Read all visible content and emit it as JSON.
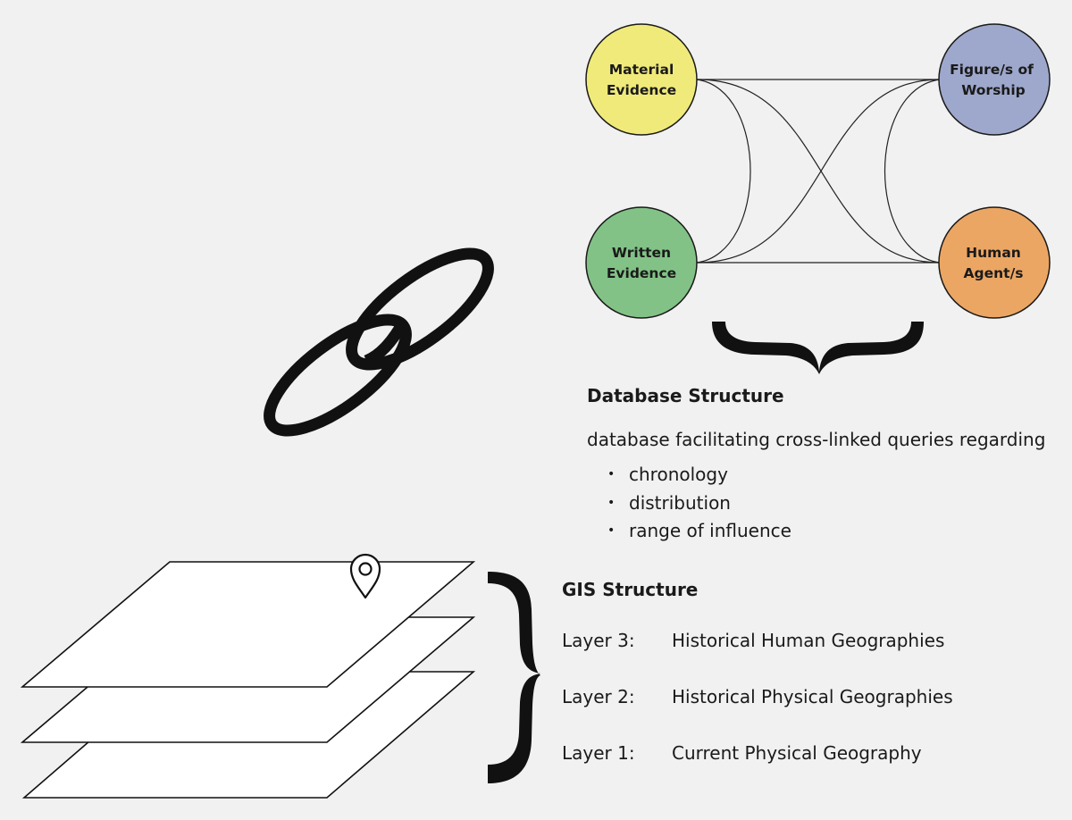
{
  "nodes": {
    "material": {
      "line1": "Material",
      "line2": "Evidence",
      "color": "#f0ea7a"
    },
    "written": {
      "line1": "Written",
      "line2": "Evidence",
      "color": "#82c286"
    },
    "figure": {
      "line1": "Figure/s of",
      "line2": "Worship",
      "color": "#9ea8cc"
    },
    "human": {
      "line1": "Human",
      "line2": "Agent/s",
      "color": "#eca663"
    }
  },
  "database": {
    "title": "Database Structure",
    "description": "database facilitating cross-linked queries regarding",
    "items": [
      "chronology",
      "distribution",
      "range of influence"
    ]
  },
  "gis": {
    "title": "GIS Structure",
    "layers": [
      {
        "num": "Layer 3:",
        "name": "Historical Human Geographies"
      },
      {
        "num": "Layer 2:",
        "name": "Historical Physical Geographies"
      },
      {
        "num": "Layer 1:",
        "name": "Current Physical Geography"
      }
    ]
  }
}
